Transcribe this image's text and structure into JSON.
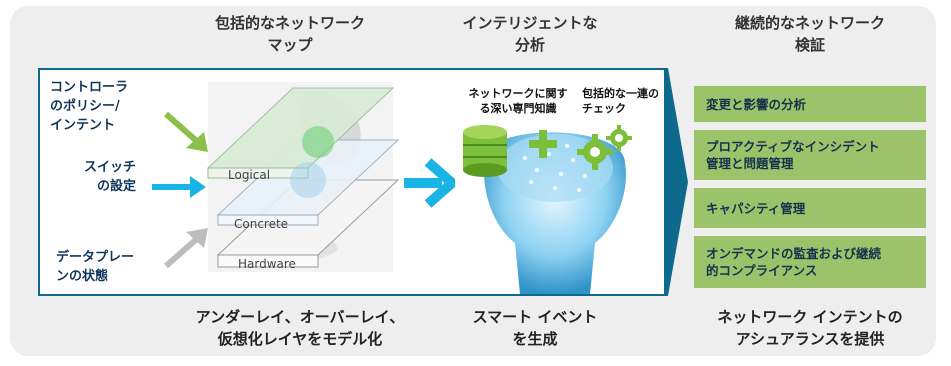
{
  "headers": {
    "col1": [
      "包括的なネットワーク",
      "マップ"
    ],
    "col2": [
      "インテリジェントな",
      "分析"
    ],
    "col3": [
      "継続的なネットワーク",
      "検証"
    ]
  },
  "inputs": {
    "controller": [
      "コントローラ",
      "のポリシー/",
      "インテント"
    ],
    "switch": [
      "スイッチ",
      "の設定"
    ],
    "dataplane": [
      "データプレー",
      "ンの状態"
    ]
  },
  "layers": {
    "logical": "Logical",
    "concrete": "Concrete",
    "hardware": "Hardware"
  },
  "brain": {
    "knowledge": [
      "ネットワークに関す",
      "る深い専門知識"
    ],
    "checks": [
      "包括的な一連の",
      "チェック"
    ]
  },
  "outcomes": [
    [
      "変更と影響の分析"
    ],
    [
      "プロアクティブなインシデント",
      "管理と問題管理"
    ],
    [
      "キャパシティ管理"
    ],
    [
      "オンデマンドの監査および継続",
      "的コンプライアンス"
    ]
  ],
  "footers": {
    "col1": [
      "アンダーレイ、オーバーレイ、",
      "仮想化レイヤをモデル化"
    ],
    "col2": [
      "スマート イベント",
      "を生成"
    ],
    "col3": [
      "ネットワーク インテントの",
      "アシュアランスを提供"
    ]
  },
  "colors": {
    "frame": "#0d6a8c",
    "green_arrow": "#8cc04a",
    "blue_arrow": "#18b4e6",
    "grey_arrow": "#bdbdbd",
    "outcome_bg": "#9cc36a"
  }
}
